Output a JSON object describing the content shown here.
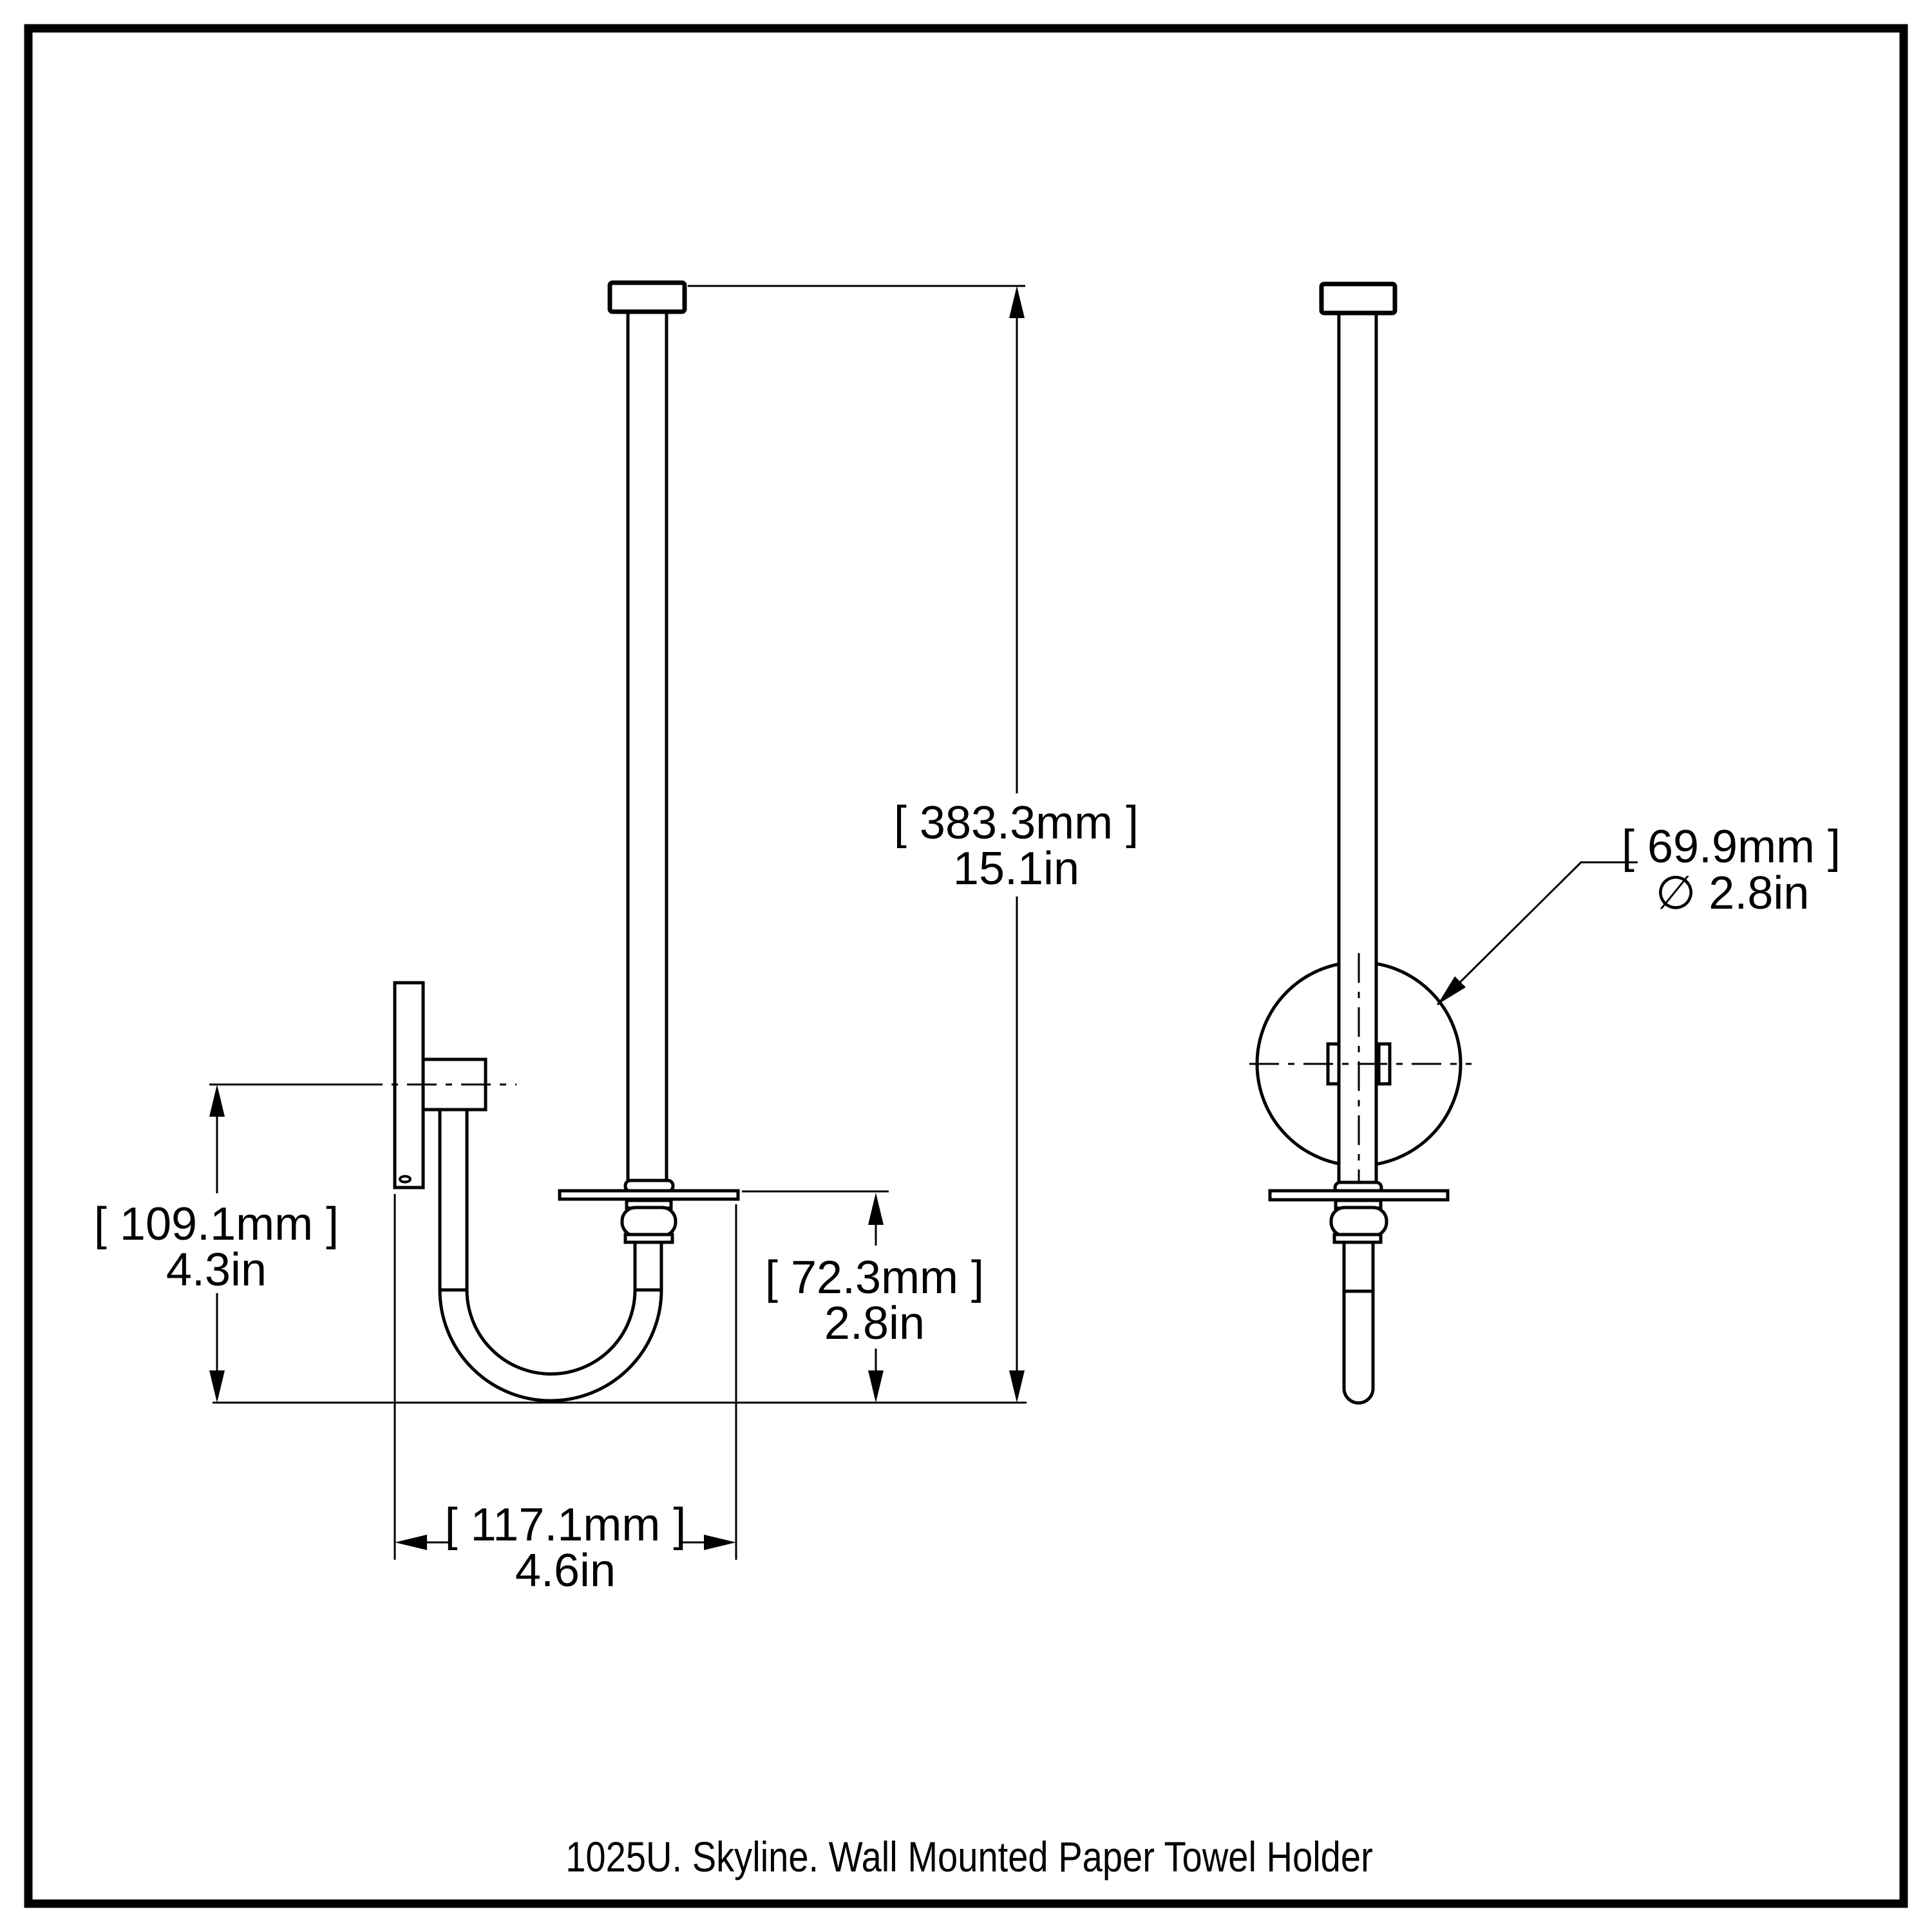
{
  "page": {
    "background": "#ffffff",
    "line_color": "#000000",
    "caption": "1025U. Skyline. Wall Mounted Paper Towel Holder"
  },
  "dimensions": {
    "overall_height": {
      "metric": "[ 383.3mm ]",
      "imperial": "15.1in"
    },
    "mount_center_to_bottom": {
      "metric": "[ 109.1mm ]",
      "imperial": "4.3in"
    },
    "shelf_to_bottom": {
      "metric": "[ 72.3mm ]",
      "imperial": "2.8in"
    },
    "projection_width": {
      "metric": "[ 117.1mm ]",
      "imperial": "4.6in"
    },
    "backplate_diameter": {
      "metric": "[ 69.9mm ]",
      "imperial": "∅ 2.8in"
    }
  }
}
